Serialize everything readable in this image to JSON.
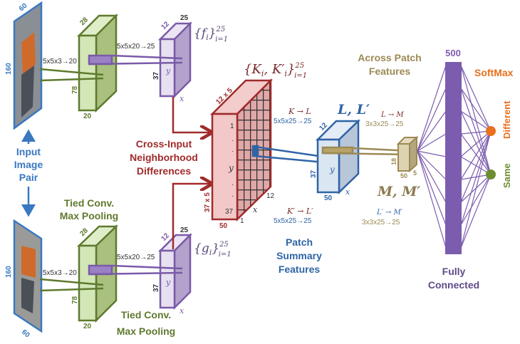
{
  "colors": {
    "input": "#3a78c0",
    "conv": "#5e7a2e",
    "feat": "#7a5aa8",
    "diff": "#a12b2b",
    "summary": "#2f64a6",
    "across": "#9c8a55",
    "fc": "#7c5cae",
    "different": "#e8701e",
    "same": "#6b8e2e"
  },
  "input": {
    "width": "60",
    "height": "160",
    "label_lines": [
      "Input",
      "Image",
      "Pair"
    ]
  },
  "conv1": {
    "op": "5x5x3→20",
    "depth": "28",
    "height": "78",
    "width": "20",
    "label_lines": [
      "Tied Conv.",
      "Max Pooling"
    ]
  },
  "conv2": {
    "op": "5x5x20→25",
    "depth": "25",
    "height": "37",
    "width": "12",
    "axis_x": "x",
    "axis_y": "y",
    "label_lines": [
      "Tied Conv.",
      "Max Pooling"
    ]
  },
  "f_set": {
    "base": "{f",
    "sub": "i",
    "close": "}",
    "sup": "25",
    "lower": "i=1"
  },
  "g_set": {
    "base": "{g",
    "sub": "i",
    "close": "}",
    "sup": "25",
    "lower": "i=1"
  },
  "diff": {
    "title_lines": [
      "Cross-Input",
      "Neighborhood",
      "Differences"
    ],
    "set_base": "{K",
    "set_sub": "i",
    "set_mid": ", K′",
    "set_sub2": "i",
    "set_close": "}",
    "sup": "25",
    "lower": "i=1",
    "top": "12 x 5",
    "side": "37 x 5",
    "width": "50",
    "row_first": "1",
    "row_mid": "y",
    "row_last": "37",
    "col_first": "1",
    "col_mid": "x",
    "col_last": "12"
  },
  "summary": {
    "title": "L, L′",
    "op_top": "K → L",
    "op_top_dims": "5x5x25→25",
    "op_bot": "K′ → L′",
    "op_bot_dims": "5x5x25→25",
    "depth": "12",
    "height": "37",
    "width": "50",
    "axis_x": "x",
    "axis_y": "y",
    "label_lines": [
      "Patch",
      "Summary",
      "Features"
    ]
  },
  "across": {
    "title": "M, M′",
    "label_lines": [
      "Across Patch",
      "Features"
    ],
    "op_top": "L → M",
    "op_top_dims": "3x3x25→25",
    "op_bot": "L′ → M′",
    "op_bot_dims": "3x3x25→25",
    "height": "18",
    "width": "50",
    "depth": "5"
  },
  "fc": {
    "units": "500",
    "label_lines": [
      "Fully",
      "Connected"
    ]
  },
  "softmax": {
    "title": "SoftMax",
    "outputs": [
      "Different",
      "Same"
    ]
  }
}
